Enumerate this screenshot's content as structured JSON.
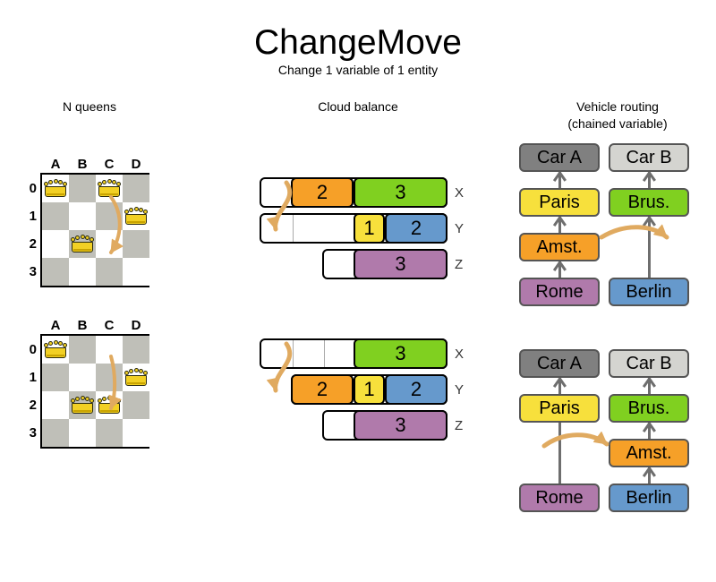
{
  "header": {
    "title": "ChangeMove",
    "subtitle": "Change 1 variable of 1 entity"
  },
  "sections": {
    "queens": {
      "label": "N queens"
    },
    "cloud": {
      "label": "Cloud balance"
    },
    "routing": {
      "label_line1": "Vehicle routing",
      "label_line2": "(chained variable)"
    }
  },
  "colors": {
    "orange": "#f6a028",
    "green": "#80d020",
    "yellow": "#f7e03c",
    "blue": "#6699cc",
    "purple": "#b07aab",
    "grey_dark": "#808080",
    "grey_light": "#d4d4d0",
    "cell_dark": "#bfbfb8",
    "cell_light": "#ffffff",
    "arrow": "#e0aa60",
    "queen_gold": "#f2d024"
  },
  "nqueens": {
    "column_labels": [
      "A",
      "B",
      "C",
      "D"
    ],
    "row_labels": [
      "0",
      "1",
      "2",
      "3"
    ],
    "before": {
      "queens": [
        {
          "col": 0,
          "row": 0
        },
        {
          "col": 2,
          "row": 0
        },
        {
          "col": 3,
          "row": 1
        },
        {
          "col": 1,
          "row": 2
        }
      ],
      "move": {
        "from_col": 2,
        "from_row": 0,
        "to_col": 2,
        "to_row": 2
      }
    },
    "after": {
      "queens": [
        {
          "col": 0,
          "row": 0
        },
        {
          "col": 3,
          "row": 1
        },
        {
          "col": 1,
          "row": 2
        },
        {
          "col": 2,
          "row": 2
        }
      ],
      "move": {
        "from_col": 2,
        "from_row": 0,
        "to_col": 2,
        "to_row": 2
      }
    }
  },
  "cloud_balance": {
    "before": {
      "rows": [
        {
          "label": "X",
          "segments": [
            {
              "value": "2",
              "color": "#f6a028",
              "units": 2
            },
            {
              "value": "3",
              "color": "#80d020",
              "units": 3
            }
          ],
          "leading_empty_units": 1,
          "empty_dividers": 0
        },
        {
          "label": "Y",
          "segments": [
            {
              "value": "1",
              "color": "#f7e03c",
              "units": 1
            },
            {
              "value": "2",
              "color": "#6699cc",
              "units": 2
            }
          ],
          "leading_empty_units": 3,
          "empty_dividers": 1
        },
        {
          "label": "Z",
          "segments": [
            {
              "value": "3",
              "color": "#b07aab",
              "units": 3
            }
          ],
          "leading_empty_units": 1,
          "empty_dividers": 0
        }
      ]
    },
    "after": {
      "rows": [
        {
          "label": "X",
          "segments": [
            {
              "value": "3",
              "color": "#80d020",
              "units": 3
            }
          ],
          "leading_empty_units": 3,
          "empty_dividers": 2
        },
        {
          "label": "Y",
          "segments": [
            {
              "value": "2",
              "color": "#f6a028",
              "units": 2
            },
            {
              "value": "1",
              "color": "#f7e03c",
              "units": 1
            },
            {
              "value": "2",
              "color": "#6699cc",
              "units": 2
            }
          ],
          "leading_empty_units": 0,
          "empty_dividers": 0
        },
        {
          "label": "Z",
          "segments": [
            {
              "value": "3",
              "color": "#b07aab",
              "units": 3
            }
          ],
          "leading_empty_units": 1,
          "empty_dividers": 0
        }
      ]
    },
    "moved_process": {
      "value": "2",
      "color": "#f6a028",
      "from_row": "X",
      "to_row": "Y"
    }
  },
  "vehicle_routing": {
    "before": {
      "chain_a": [
        {
          "label": "Car A",
          "color": "#808080",
          "kind": "vehicle"
        },
        {
          "label": "Paris",
          "color": "#f7e03c",
          "kind": "customer"
        },
        {
          "label": "Amst.",
          "color": "#f6a028",
          "kind": "customer"
        },
        {
          "label": "Rome",
          "color": "#b07aab",
          "kind": "customer"
        }
      ],
      "chain_b": [
        {
          "label": "Car B",
          "color": "#d4d4d0",
          "kind": "vehicle"
        },
        {
          "label": "Brus.",
          "color": "#80d020",
          "kind": "customer"
        },
        {
          "label": "Berlin",
          "color": "#6699cc",
          "kind": "customer"
        }
      ]
    },
    "after": {
      "chain_a": [
        {
          "label": "Car A",
          "color": "#808080",
          "kind": "vehicle"
        },
        {
          "label": "Paris",
          "color": "#f7e03c",
          "kind": "customer"
        },
        {
          "label": "Rome",
          "color": "#b07aab",
          "kind": "customer"
        }
      ],
      "chain_b": [
        {
          "label": "Car B",
          "color": "#d4d4d0",
          "kind": "vehicle"
        },
        {
          "label": "Brus.",
          "color": "#80d020",
          "kind": "customer"
        },
        {
          "label": "Amst.",
          "color": "#f6a028",
          "kind": "customer"
        },
        {
          "label": "Berlin",
          "color": "#6699cc",
          "kind": "customer"
        }
      ]
    },
    "moved_entity": {
      "label": "Amst.",
      "color": "#f6a028"
    }
  }
}
